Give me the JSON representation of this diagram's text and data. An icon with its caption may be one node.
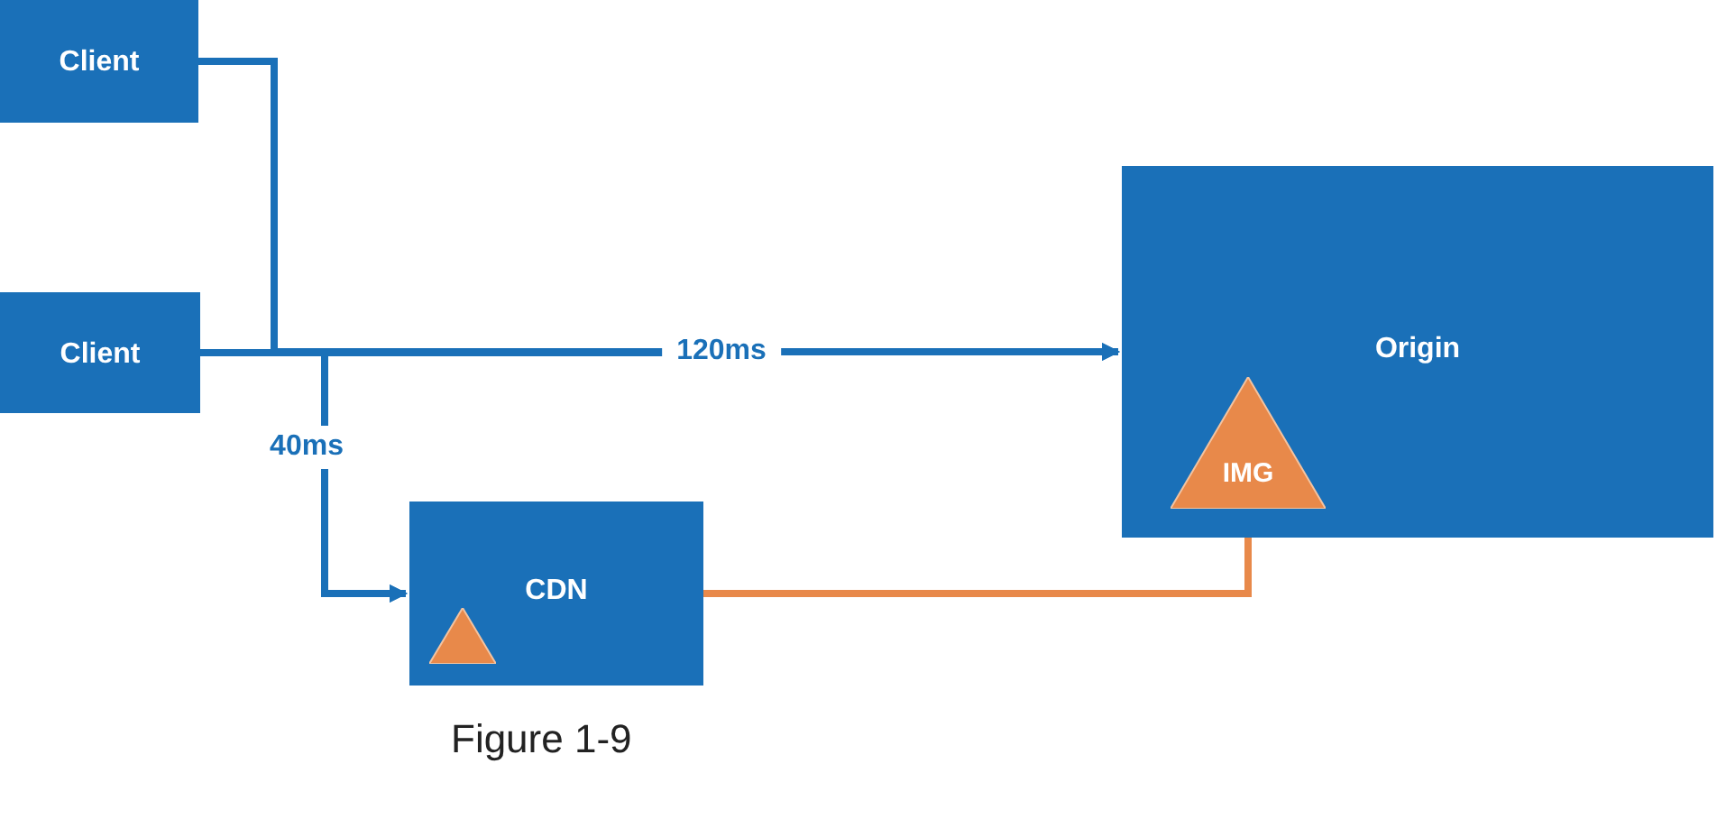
{
  "diagram": {
    "caption": "Figure 1-9",
    "nodes": [
      {
        "text": [
          "Client"
        ]
      },
      {
        "text": [
          "Client"
        ]
      },
      {
        "text": [
          "Origin"
        ]
      },
      {
        "text": [
          "IMG"
        ],
        "in": 2
      },
      {
        "text": [
          "CDN"
        ]
      },
      {
        "text": [],
        "shape": "triangle",
        "in": 4
      }
    ],
    "edges": [
      {
        "from": 0,
        "to": 2,
        "arrow": "to"
      },
      {
        "from": 1,
        "to": 2,
        "arrow": "to",
        "label": "120ms"
      },
      {
        "from": 0,
        "to": 4,
        "arrow": "to"
      },
      {
        "from": 1,
        "to": 4,
        "arrow": "to",
        "label": "40ms"
      },
      {
        "from": 4,
        "to": 3,
        "arrow": "none",
        "color": "#e8894a"
      }
    ]
  }
}
